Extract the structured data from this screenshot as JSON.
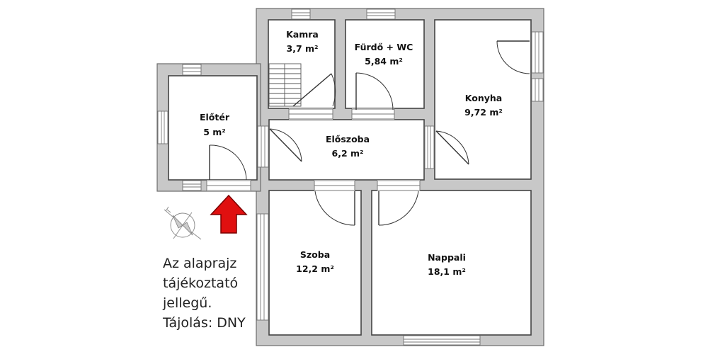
{
  "rooms": [
    {
      "name": "Kamra",
      "area": "3,7 m²"
    },
    {
      "name": "Fürdő + WC",
      "area": "5,84 m²"
    },
    {
      "name": "Konyha",
      "area": "9,72 m²"
    },
    {
      "name": "Előtér",
      "area": "5 m²"
    },
    {
      "name": "Előszoba",
      "area": "6,2 m²"
    },
    {
      "name": "Szoba",
      "area": "12,2 m²"
    },
    {
      "name": "Nappali",
      "area": "18,1 m²"
    }
  ],
  "note": {
    "lines": [
      "Az alaprajz",
      "tájékoztató",
      "jellegű.",
      "Tájolás: DNY"
    ]
  },
  "colors": {
    "wall": "#c8c8c8",
    "entrance_arrow": "#e01010"
  },
  "icons": [
    "compass-rose-icon",
    "entrance-arrow-icon"
  ]
}
